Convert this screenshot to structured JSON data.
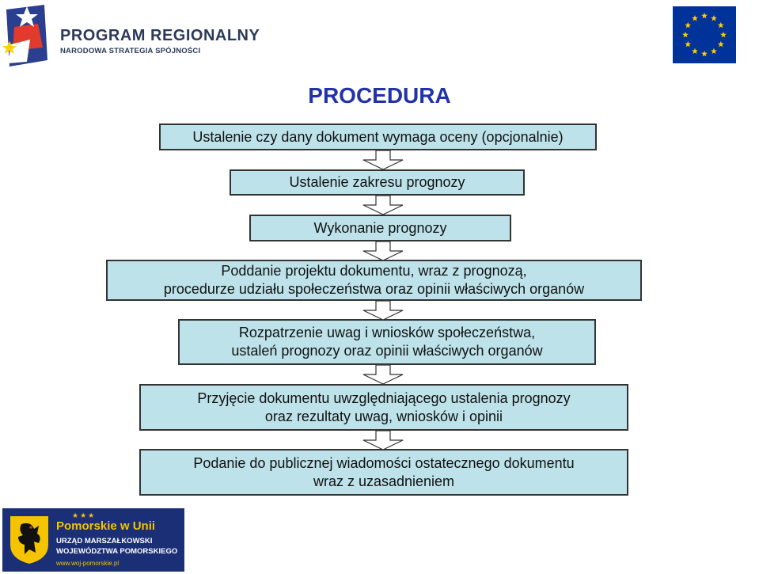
{
  "header": {
    "program_logo_line1": "PROGRAM REGIONALNY",
    "program_logo_line2": "NARODOWA STRATEGIA SPÓJNOŚCI"
  },
  "title": "PROCEDURA",
  "steps": [
    {
      "line1": "Ustalenie czy dany dokument wymaga oceny (opcjonalnie)",
      "line2": ""
    },
    {
      "line1": "Ustalenie zakresu prognozy",
      "line2": ""
    },
    {
      "line1": "Wykonanie prognozy",
      "line2": ""
    },
    {
      "line1": "Poddanie projektu dokumentu, wraz z prognozą,",
      "line2": "procedurze udziału społeczeństwa oraz opinii właściwych organów"
    },
    {
      "line1": "Rozpatrzenie uwag i wniosków społeczeństwa,",
      "line2": "ustaleń prognozy oraz opinii właściwych organów"
    },
    {
      "line1": "Przyjęcie dokumentu uwzględniającego ustalenia prognozy",
      "line2": "oraz rezultaty uwag, wniosków i opinii"
    },
    {
      "line1": "Podanie do publicznej wiadomości ostatecznego dokumentu",
      "line2": "wraz z uzasadnieniem"
    }
  ],
  "footer": {
    "logo_title": "Pomorskie w Unii",
    "office_line1": "URZĄD MARSZAŁKOWSKI",
    "office_line2": "WOJEWÓDZTWA POMORSKIEGO",
    "website": "www.woj-pomorskie.pl"
  },
  "colors": {
    "box_fill": "#bde2ea",
    "title": "#2233aa",
    "eu_blue": "#003399",
    "eu_star": "#ffcc00",
    "footer_bg": "#1a2f75"
  },
  "icons": [
    "program-regionalny-logo-icon",
    "eu-flag-icon",
    "down-arrow-icon",
    "pomorskie-griffin-icon"
  ]
}
